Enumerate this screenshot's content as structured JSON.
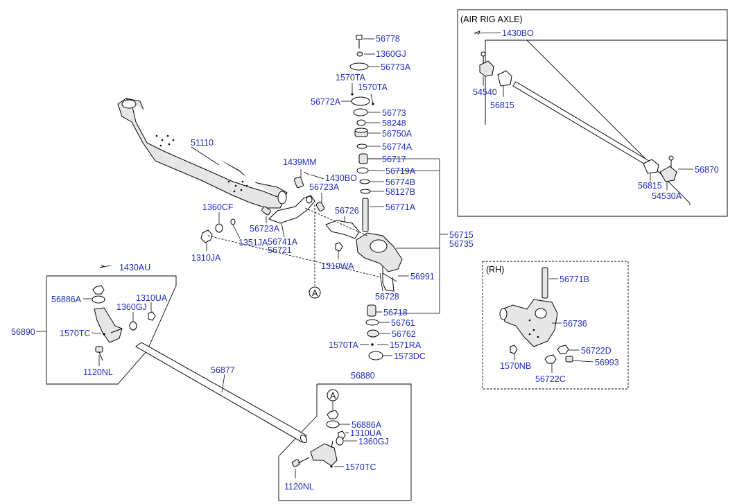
{
  "groups": {
    "air_rig_axle": "(AIR RIG AXLE)",
    "rh": "(RH)"
  },
  "labels": {
    "p56778": "56778",
    "p1360GJ_top": "1360GJ",
    "p56773A": "56773A",
    "p1570TA_a": "1570TA",
    "p1570TA_b": "1570TA",
    "p56772A": "56772A",
    "p56773": "56773",
    "p58248": "58248",
    "p56750A": "56750A",
    "p56774A": "56774A",
    "p56717": "56717",
    "p56719A": "56719A",
    "p56774B": "56774B",
    "p58127B": "58127B",
    "p56771A": "56771A",
    "p56715": "56715",
    "p56735": "56735",
    "p56991": "56991",
    "p56728": "56728",
    "p56718": "56718",
    "p56761": "56761",
    "p56762": "56762",
    "p1570TA_bot": "1570TA",
    "p1571RA": "1571RA",
    "p1573DC": "1573DC",
    "p51110": "51110",
    "p1439MM": "1439MM",
    "p1430BO_mid": "1430BO",
    "p56723A_top": "56723A",
    "p56726": "56726",
    "p1360CF": "1360CF",
    "p56723A_low": "56723A",
    "p1351JA": "1351JA",
    "p56741A": "56741A",
    "p56721": "56721",
    "p1310JA": "1310JA",
    "p1310WA": "1310WA",
    "callout_a1": "A",
    "p1430AU": "1430AU",
    "p56886A_l": "56886A",
    "p1310UA_l": "1310UA",
    "p1360GJ_l": "1360GJ",
    "p56890": "56890",
    "p1570TC_l": "1570TC",
    "p1120NL_l": "1120NL",
    "p56877": "56877",
    "p56880": "56880",
    "callout_a2": "A",
    "p56886A_r": "56886A",
    "p1310UA_r": "1310UA",
    "p1360GJ_r": "1360GJ",
    "p1570TC_r": "1570TC",
    "p1120NL_r": "1120NL",
    "p1430BO_air": "1430BO",
    "p54540": "54540",
    "p56815_a": "56815",
    "p56870": "56870",
    "p56815_b": "56815",
    "p54530A": "54530A",
    "p56771B": "56771B",
    "p56736": "56736",
    "p56722D": "56722D",
    "p1570NB": "1570NB",
    "p56993": "56993",
    "p56722C": "56722C"
  },
  "colors": {
    "label": "#1f2fbf",
    "line": "#000000"
  }
}
